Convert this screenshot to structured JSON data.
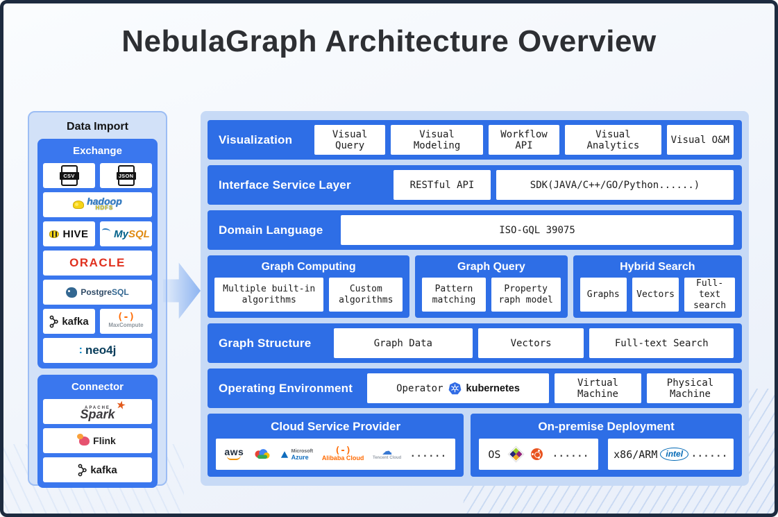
{
  "title": "NebulaGraph Architecture Overview",
  "sidebar": {
    "title": "Data Import",
    "exchange": {
      "label": "Exchange",
      "csv": "CSV",
      "json": "JSON",
      "hadoop": "hadoop",
      "hadoop_sub": "HDFS",
      "hive": "HIVE",
      "mysql_my": "My",
      "mysql_sql": "SQL",
      "oracle": "ORACLE",
      "postgres_a": "Postgre",
      "postgres_b": "SQL",
      "kafka": "kafka",
      "maxcompute_icon": "(-)",
      "maxcompute": "MaxCompute",
      "neo4j_dots": ":",
      "neo4j": "neo4j"
    },
    "connector": {
      "label": "Connector",
      "spark_apache": "APACHE",
      "spark": "Spark",
      "spark_star": "★",
      "flink": "Flink",
      "kafka": "kafka"
    }
  },
  "rows": {
    "visualization": {
      "label": "Visualization",
      "boxes": [
        "Visual Query",
        "Visual Modeling",
        "Workflow API",
        "Visual Analytics",
        "Visual O&M"
      ]
    },
    "interface": {
      "label": "Interface Service Layer",
      "boxes": [
        "RESTful API",
        "SDK(JAVA/C++/GO/Python......)"
      ]
    },
    "domain": {
      "label": "Domain Language",
      "boxes": [
        "ISO-GQL 39075"
      ]
    },
    "graph_structure": {
      "label": "Graph Structure",
      "boxes": [
        "Graph Data",
        "Vectors",
        "Full-text Search"
      ]
    },
    "operating": {
      "label": "Operating Environment",
      "operator": "Operator",
      "kubernetes": "kubernetes",
      "boxes": [
        "Virtual Machine",
        "Physical Machine"
      ]
    }
  },
  "groups": {
    "computing": {
      "label": "Graph Computing",
      "boxes": [
        "Multiple built-in algorithms",
        "Custom algorithms"
      ]
    },
    "query": {
      "label": "Graph Query",
      "boxes": [
        "Pattern matching",
        "Property raph model"
      ]
    },
    "hybrid": {
      "label": "Hybrid Search",
      "boxes": [
        "Graphs",
        "Vectors",
        "Full-text search"
      ]
    }
  },
  "deployment": {
    "cloud": {
      "label": "Cloud Service Provider",
      "aws": "aws",
      "microsoft": "Microsoft",
      "azure": "Azure",
      "alibaba_icon": "(-)",
      "alibaba": "Alibaba Cloud",
      "tencent": "Tencent Cloud",
      "dots": "......"
    },
    "onprem": {
      "label": "On-premise Deployment",
      "os": "OS",
      "dots1": "......",
      "arch": "x86/ARM",
      "intel": "intel",
      "dots2": "......"
    }
  }
}
